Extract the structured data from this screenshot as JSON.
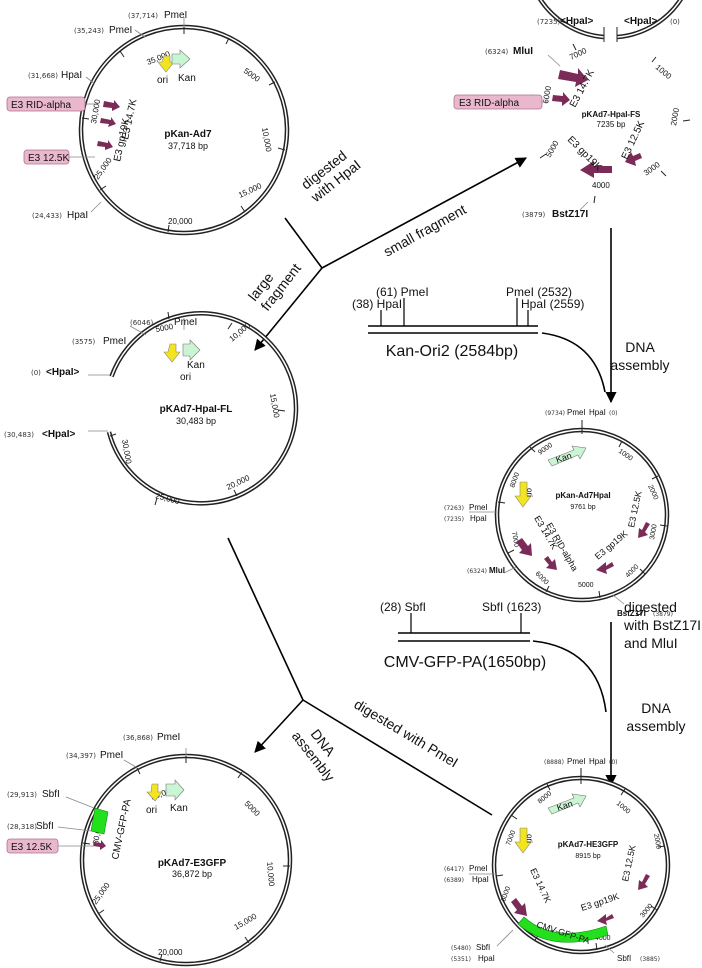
{
  "plasmids": {
    "kanad7": {
      "name": "pKan-Ad7",
      "size": "37,718 bp",
      "ticks": [
        "35,000",
        "5000",
        "10,000",
        "15,000",
        "20,000",
        "25,000",
        "30,000"
      ],
      "sites": {
        "pmei1": {
          "pos": "(37,714)",
          "name": "PmeI"
        },
        "pmei2": {
          "pos": "(35,243)",
          "name": "PmeI"
        },
        "hpai1": {
          "pos": "(31,668)",
          "name": "HpaI"
        },
        "hpai2": {
          "pos": "(24,433)",
          "name": "HpaI"
        }
      },
      "features": {
        "ori": "ori",
        "kan": "Kan",
        "e3_147k": "E3 14.7K",
        "e3_gp19k": "E3 gp19K"
      },
      "callouts": {
        "rid": "E3 RID-alpha",
        "e3_125k": "E3 12.5K"
      }
    },
    "hpaifs": {
      "name": "pKAd7-HpaI-FS",
      "size": "7235 bp",
      "ticks": [
        "1000",
        "2000",
        "3000",
        "4000",
        "5000",
        "6000",
        "7000"
      ],
      "sites": {
        "hpai_l": {
          "pos": "(7235)",
          "name": "<HpaI>"
        },
        "hpai_r": {
          "pos": "(0)",
          "name": "<HpaI>"
        },
        "mlui": {
          "pos": "(6324)",
          "name": "MluI"
        },
        "bstz": {
          "pos": "(3879)",
          "name": "BstZ17I"
        }
      },
      "features": {
        "e3_147k": "E3 14.7K",
        "e3_gp19k": "E3 gp19K",
        "e3_125k": "E3 12.5K"
      },
      "callouts": {
        "rid": "E3 RID-alpha"
      }
    },
    "hpaifl": {
      "name": "pKAd7-HpaI-FL",
      "size": "30,483 bp",
      "ticks": [
        "5000",
        "10,000",
        "15,000",
        "20,000",
        "25,000",
        "30,000"
      ],
      "sites": {
        "pmei1": {
          "pos": "(6046)",
          "name": "PmeI"
        },
        "pmei2": {
          "pos": "(3575)",
          "name": "PmeI"
        },
        "hpai0": {
          "pos": "(0)",
          "name": "<HpaI>"
        },
        "hpai30": {
          "pos": "(30,483)",
          "name": "<HpaI>"
        }
      },
      "features": {
        "ori": "ori",
        "kan": "Kan"
      }
    },
    "kanad7hpai": {
      "name": "pKan-Ad7HpaI",
      "size": "9761 bp",
      "ticks": [
        "1000",
        "2000",
        "3000",
        "4000",
        "5000",
        "6000",
        "7000",
        "8000",
        "9000"
      ],
      "sites": {
        "top": {
          "pos1": "(9734)",
          "name1": "PmeI",
          "name2": "HpaI",
          "pos2": "(0)"
        },
        "pmei": {
          "pos": "(7263)",
          "name": "PmeI"
        },
        "hpai": {
          "pos": "(7235)",
          "name": "HpaI"
        },
        "mlui": {
          "pos": "(6324)",
          "name": "MluI"
        },
        "bstz": {
          "pos": "(3879)",
          "name": "BstZ17I"
        }
      },
      "features": {
        "kan": "Kan",
        "ori": "ori",
        "e3_147k": "E3 14.7K",
        "e3_rid": "E3 RID-alpha",
        "e3_gp19k": "E3 gp19K",
        "e3_125k": "E3 12.5K"
      }
    },
    "he3gfp": {
      "name": "pKAd7-HE3GFP",
      "size": "8915 bp",
      "ticks": [
        "1000",
        "2000",
        "3000",
        "4000",
        "5000",
        "6000",
        "7000",
        "8000"
      ],
      "sites": {
        "top": {
          "pos1": "(8888)",
          "name1": "PmeI",
          "name2": "HpaI",
          "pos2": "(0)"
        },
        "pmei": {
          "pos": "(6417)",
          "name": "PmeI"
        },
        "hpai": {
          "pos": "(6389)",
          "name": "HpaI"
        },
        "sbfi1": {
          "pos": "(5480)",
          "name": "SbfI"
        },
        "hpai2": {
          "pos": "(5351)",
          "name": "HpaI"
        },
        "sbfi2": {
          "pos": "(3885)",
          "name": "SbfI"
        }
      },
      "features": {
        "kan": "Kan",
        "ori": "ori",
        "e3_147k": "E3 14.7K",
        "cmv": "CMV-GFP-PA",
        "e3_gp19k": "E3 gp19K",
        "e3_125k": "E3 12.5K"
      }
    },
    "e3gfp": {
      "name": "pKAd7-E3GFP",
      "size": "36,872 bp",
      "ticks": [
        "35,000",
        "5000",
        "10,000",
        "15,000",
        "20,000",
        "25,000",
        "30,000"
      ],
      "sites": {
        "pmei1": {
          "pos": "(36,868)",
          "name": "PmeI"
        },
        "pmei2": {
          "pos": "(34,397)",
          "name": "PmeI"
        },
        "sbfi1": {
          "pos": "(29,913)",
          "name": "SbfI"
        },
        "sbfi2": {
          "pos": "(28,318)",
          "name": "SbfI"
        }
      },
      "features": {
        "ori": "ori",
        "kan": "Kan",
        "cmv": "CMV-GFP-PA"
      },
      "callouts": {
        "e3_125k": "E3 12.5K"
      }
    }
  },
  "fragments": {
    "kanori2": {
      "label": "Kan-Ori2 (2584bp)",
      "site_61": "(61) PmeI",
      "site_2532": "PmeI (2532)",
      "site_38": "(38) HpaI",
      "site_2559": "HpaI (2559)"
    },
    "cmvgfp": {
      "label": "CMV-GFP-PA(1650bp)",
      "site_28": "(28) SbfI",
      "site_1623": "SbfI (1623)"
    }
  },
  "arrows": {
    "digested_hpai": [
      "digested",
      "with HpaI"
    ],
    "small_fragment": "small fragment",
    "large_fragment": [
      "large",
      "fragment"
    ],
    "dna_assembly_1": [
      "DNA",
      "assembly"
    ],
    "digested_bstz": [
      "digested",
      "with BstZ17I",
      "and MluI"
    ],
    "dna_assembly_2": [
      "DNA",
      "assembly"
    ],
    "digested_pmei": "digested with PmeI",
    "dna_assembly_3": [
      "DNA",
      "assembly"
    ]
  },
  "colors": {
    "gene": "#7b2b57",
    "ori": "#f2e41e",
    "kan": "#c9f5d2",
    "gfp": "#22e01c",
    "callout_fill": "#e9b8cd",
    "callout_stroke": "#b07090"
  }
}
